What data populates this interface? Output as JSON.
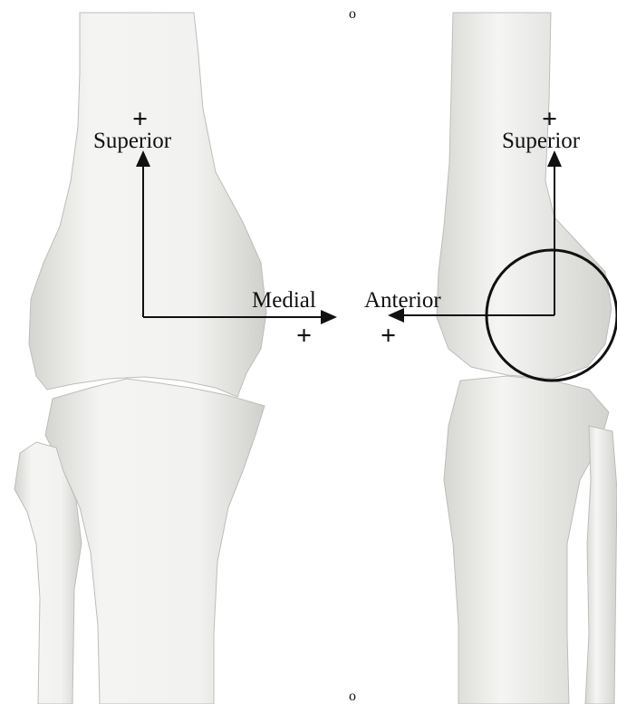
{
  "figure": {
    "background": "#ffffff",
    "bone_fill": "#f0f0ee",
    "bone_shade": "#cfcfcc",
    "ink": "#111111",
    "views": [
      {
        "name": "anterior-view",
        "axes": [
          {
            "label": "Superior",
            "sign": "+"
          },
          {
            "label": "Medial",
            "sign": "+"
          }
        ]
      },
      {
        "name": "lateral-view",
        "axes": [
          {
            "label": "Superior",
            "sign": "+"
          },
          {
            "label": "Anterior",
            "sign": "+"
          }
        ],
        "highlight": "condyle-circle"
      }
    ],
    "markers": [
      "o",
      "o"
    ]
  }
}
